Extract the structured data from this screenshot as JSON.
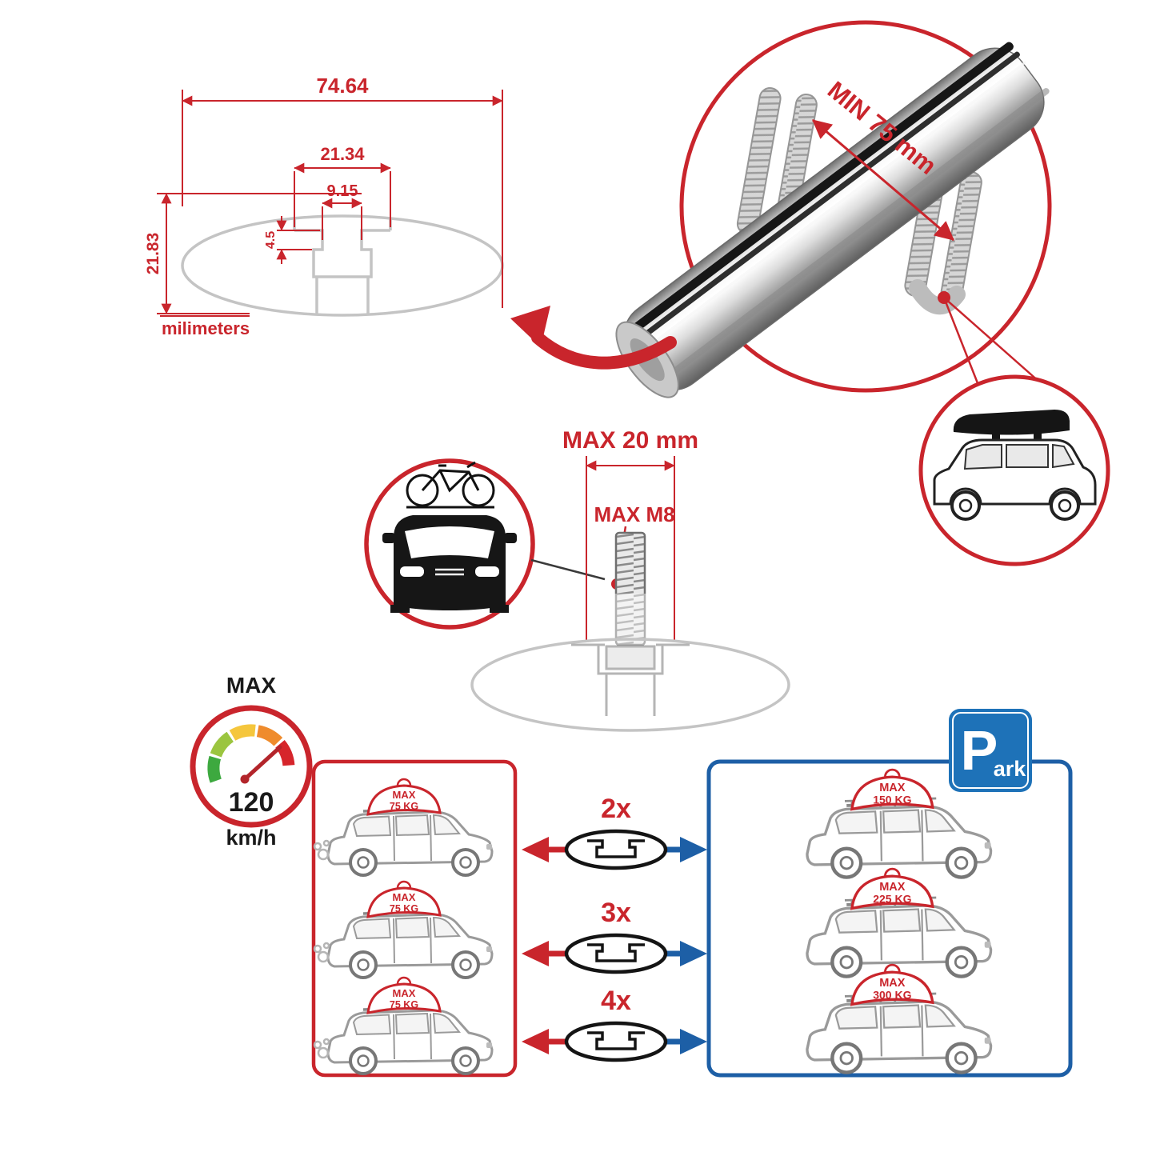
{
  "colors": {
    "red": "#c9252c",
    "blue": "#1d5fa6",
    "park_blue": "#1e72b8",
    "metal_gray": "#c4c4c4",
    "line_gray": "#9a9a9a",
    "black": "#1a1a1a"
  },
  "dims": {
    "total_width": "74.64",
    "slot_outer": "21.34",
    "slot_inner": "9.15",
    "slot_depth": "4.5",
    "total_height": "21.83",
    "unit_label": "milimeters"
  },
  "bar_detail": {
    "min_clamp_distance": "MIN 75 mm"
  },
  "bolt": {
    "max_length": "MAX 20 mm",
    "max_thread": "MAX M8"
  },
  "speed": {
    "max_label": "MAX",
    "value": "120",
    "unit": "km/h"
  },
  "park": {
    "letter": "P",
    "rest": "ark"
  },
  "capacity": {
    "rows": [
      {
        "count": "2x",
        "left": {
          "max": "MAX",
          "load": "75 KG"
        },
        "right": {
          "max": "MAX",
          "load": "150 KG"
        }
      },
      {
        "count": "3x",
        "left": {
          "max": "MAX",
          "load": "75 KG"
        },
        "right": {
          "max": "MAX",
          "load": "225 KG"
        }
      },
      {
        "count": "4x",
        "left": {
          "max": "MAX",
          "load": "75 KG"
        },
        "right": {
          "max": "MAX",
          "load": "300 KG"
        }
      }
    ]
  }
}
